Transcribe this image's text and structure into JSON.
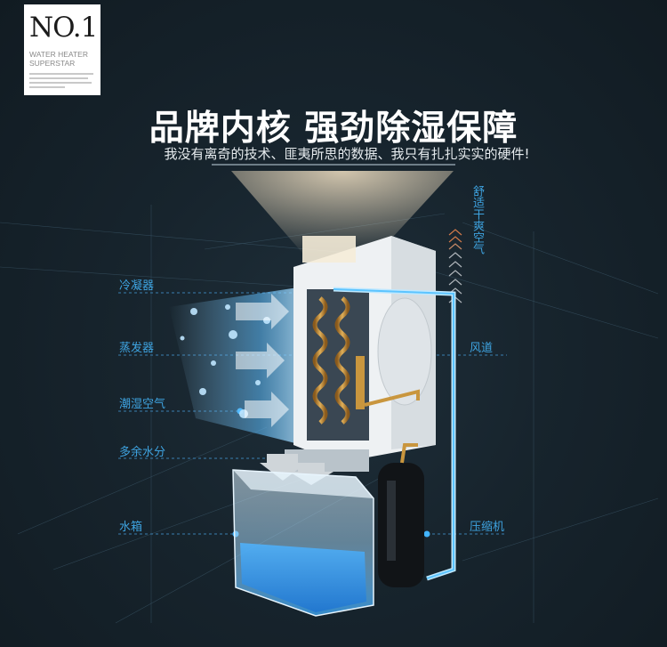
{
  "badge": {
    "title": "NO.1",
    "subtitle_line1": "WATER HEATER",
    "subtitle_line2": "SUPERSTAR"
  },
  "headline": "品牌内核 强劲除湿保障",
  "subheadline": "我没有离奇的技术、匪夷所思的数据、我只有扎扎实实的硬件!",
  "labels": {
    "condenser": "冷凝器",
    "evaporator": "蒸发器",
    "humid_air": "潮湿空气",
    "excess_water": "多余水分",
    "water_tank": "水箱",
    "comfort_air": "舒适干爽空气",
    "air_duct": "风道",
    "compressor": "压缩机"
  },
  "colors": {
    "background": "#17242d",
    "label_blue": "#3ea3e0",
    "badge_bg": "#ffffff",
    "headline": "#ffffff"
  }
}
